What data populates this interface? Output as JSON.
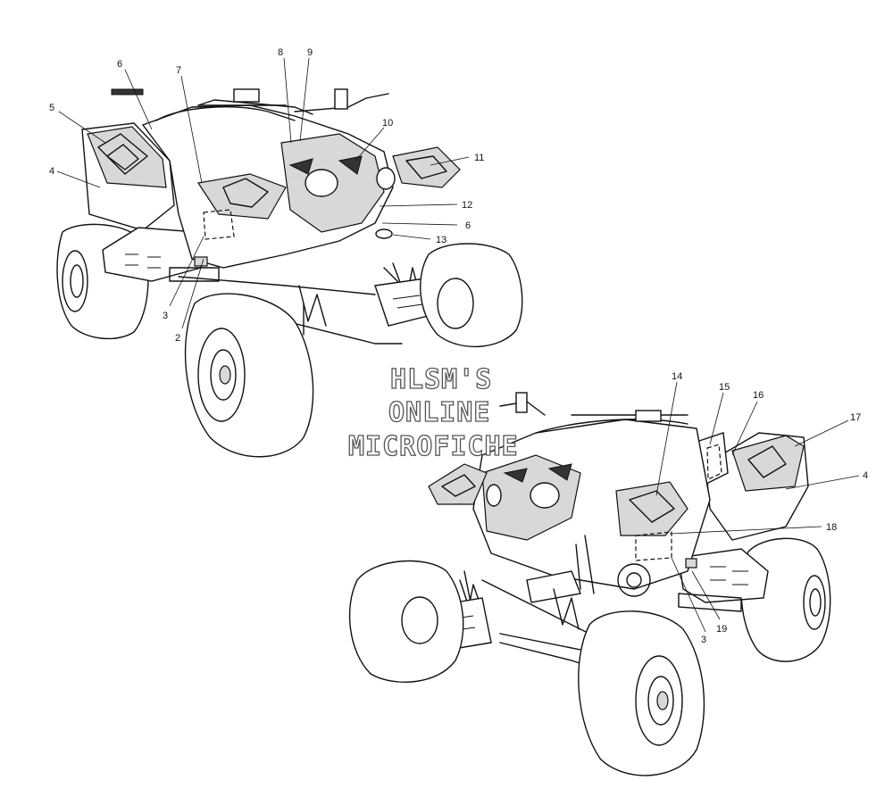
{
  "watermark": {
    "line1": "HLSM'S",
    "line2": "ONLINE",
    "line3": "MICROFICHE"
  },
  "callouts": [
    {
      "id": "c-6a",
      "label": "6"
    },
    {
      "id": "c-7",
      "label": "7"
    },
    {
      "id": "c-8",
      "label": "8"
    },
    {
      "id": "c-9",
      "label": "9"
    },
    {
      "id": "c-5",
      "label": "5"
    },
    {
      "id": "c-4a",
      "label": "4"
    },
    {
      "id": "c-10",
      "label": "10"
    },
    {
      "id": "c-11",
      "label": "11"
    },
    {
      "id": "c-12",
      "label": "12"
    },
    {
      "id": "c-6b",
      "label": "6"
    },
    {
      "id": "c-13",
      "label": "13"
    },
    {
      "id": "c-3a",
      "label": "3"
    },
    {
      "id": "c-2",
      "label": "2"
    },
    {
      "id": "c-14",
      "label": "14"
    },
    {
      "id": "c-15",
      "label": "15"
    },
    {
      "id": "c-16",
      "label": "16"
    },
    {
      "id": "c-17",
      "label": "17"
    },
    {
      "id": "c-4b",
      "label": "4"
    },
    {
      "id": "c-18",
      "label": "18"
    },
    {
      "id": "c-3b",
      "label": "3"
    },
    {
      "id": "c-19",
      "label": "19"
    }
  ]
}
